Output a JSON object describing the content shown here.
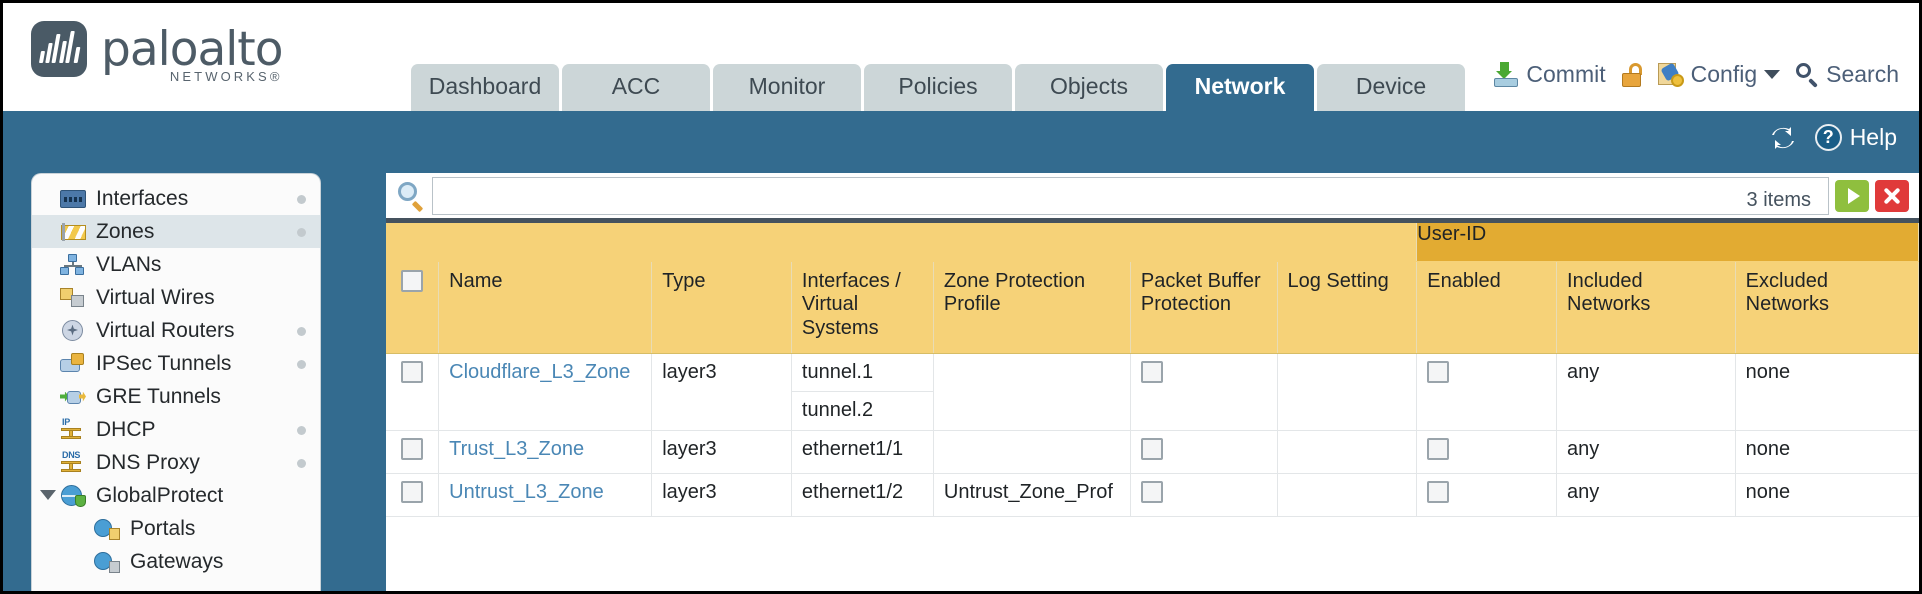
{
  "brand": {
    "name": "paloalto",
    "sub": "NETWORKS®"
  },
  "nav": {
    "tabs": [
      {
        "label": "Dashboard",
        "active": false
      },
      {
        "label": "ACC",
        "active": false
      },
      {
        "label": "Monitor",
        "active": false
      },
      {
        "label": "Policies",
        "active": false
      },
      {
        "label": "Objects",
        "active": false
      },
      {
        "label": "Network",
        "active": true
      },
      {
        "label": "Device",
        "active": false
      }
    ]
  },
  "header_actions": {
    "commit": "Commit",
    "lock_icon": "padlock-unlocked-icon",
    "config": "Config",
    "search": "Search"
  },
  "blueband": {
    "refresh_icon": "refresh-icon",
    "help": "Help",
    "help_glyph": "?"
  },
  "sidebar": {
    "items": [
      {
        "label": "Interfaces",
        "icon": "interfaces-icon",
        "selected": false,
        "dot": true,
        "child": false,
        "expander": false
      },
      {
        "label": "Zones",
        "icon": "zones-icon",
        "selected": true,
        "dot": true,
        "child": false,
        "expander": false
      },
      {
        "label": "VLANs",
        "icon": "vlans-icon",
        "selected": false,
        "dot": false,
        "child": false,
        "expander": false
      },
      {
        "label": "Virtual Wires",
        "icon": "virtual-wires-icon",
        "selected": false,
        "dot": false,
        "child": false,
        "expander": false
      },
      {
        "label": "Virtual Routers",
        "icon": "virtual-routers-icon",
        "selected": false,
        "dot": true,
        "child": false,
        "expander": false
      },
      {
        "label": "IPSec Tunnels",
        "icon": "ipsec-tunnels-icon",
        "selected": false,
        "dot": true,
        "child": false,
        "expander": false
      },
      {
        "label": "GRE Tunnels",
        "icon": "gre-tunnels-icon",
        "selected": false,
        "dot": false,
        "child": false,
        "expander": false
      },
      {
        "label": "DHCP",
        "icon": "dhcp-icon",
        "selected": false,
        "dot": true,
        "child": false,
        "expander": false
      },
      {
        "label": "DNS Proxy",
        "icon": "dns-proxy-icon",
        "selected": false,
        "dot": true,
        "child": false,
        "expander": false
      },
      {
        "label": "GlobalProtect",
        "icon": "globalprotect-icon",
        "selected": false,
        "dot": false,
        "child": false,
        "expander": true
      },
      {
        "label": "Portals",
        "icon": "portals-icon",
        "selected": false,
        "dot": false,
        "child": true,
        "expander": false
      },
      {
        "label": "Gateways",
        "icon": "gateways-icon",
        "selected": false,
        "dot": false,
        "child": true,
        "expander": false
      }
    ]
  },
  "search_bar": {
    "value": "",
    "placeholder": "",
    "items_count": "3 items",
    "apply_label": "apply-filter-arrow",
    "clear_label": "clear-filter-x"
  },
  "table": {
    "group_header": "User-ID",
    "columns": [
      "Name",
      "Type",
      "Interfaces / Virtual Systems",
      "Zone Protection Profile",
      "Packet Buffer Protection",
      "Log Setting",
      "Enabled",
      "Included Networks",
      "Excluded Networks"
    ],
    "rows": [
      {
        "name": "Cloudflare_L3_Zone",
        "type": "layer3",
        "interfaces": [
          "tunnel.1",
          "tunnel.2"
        ],
        "zone_protection_profile": "",
        "packet_buffer_protection": false,
        "log_setting": "",
        "userid_enabled": false,
        "included_networks": "any",
        "excluded_networks": "none"
      },
      {
        "name": "Trust_L3_Zone",
        "type": "layer3",
        "interfaces": [
          "ethernet1/1"
        ],
        "zone_protection_profile": "",
        "packet_buffer_protection": false,
        "log_setting": "",
        "userid_enabled": false,
        "included_networks": "any",
        "excluded_networks": "none"
      },
      {
        "name": "Untrust_L3_Zone",
        "type": "layer3",
        "interfaces": [
          "ethernet1/2"
        ],
        "zone_protection_profile": "Untrust_Zone_Prof",
        "packet_buffer_protection": false,
        "log_setting": "",
        "userid_enabled": false,
        "included_networks": "any",
        "excluded_networks": "none"
      }
    ]
  },
  "colors": {
    "brand_blue": "#336b8f",
    "header_gold": "#f6d278",
    "group_gold": "#e2ab32",
    "link_blue": "#4a87b5",
    "dark_rule": "#45525e"
  }
}
